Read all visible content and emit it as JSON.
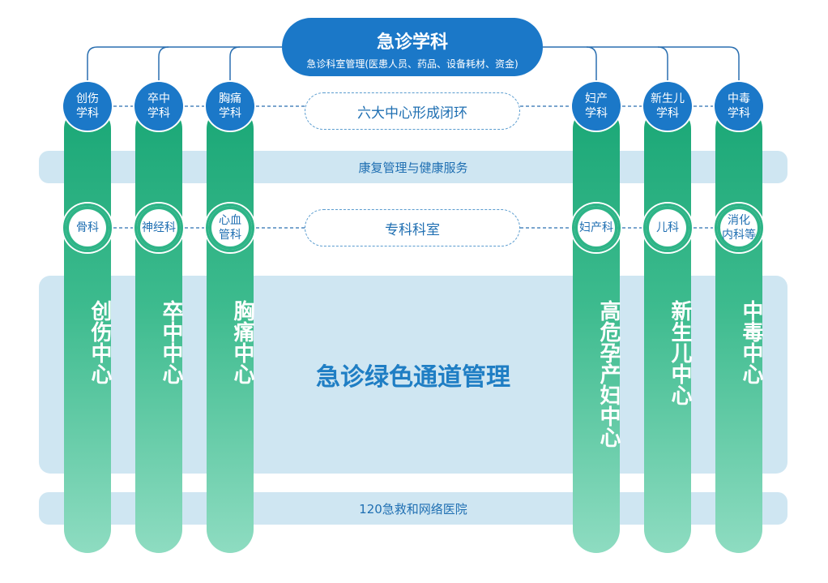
{
  "top": {
    "title": "急诊学科",
    "subtitle": "急诊科室管理(医患人员、药品、设备耗材、资金)"
  },
  "disciplines": [
    "创伤\n学科",
    "卒中\n学科",
    "胸痛\n学科",
    "妇产\n学科",
    "新生儿\n学科",
    "中毒\n学科"
  ],
  "middle_pill_1": "六大中心形成闭环",
  "band_1": "康复管理与健康服务",
  "departments": [
    "骨科",
    "神经科",
    "心血\n管科",
    "妇产科",
    "儿科",
    "消化\n内科等"
  ],
  "middle_pill_2": "专科科室",
  "centers": [
    "创伤中心",
    "卒中中心",
    "胸痛中心",
    "高危孕产妇中心",
    "新生儿中心",
    "中毒中心"
  ],
  "main_label": "急诊绿色通道管理",
  "band_2": "120急救和网络医院",
  "colors": {
    "blue": "#1b78c8",
    "green": "#1aa776",
    "panel": "#cfe6f2"
  }
}
